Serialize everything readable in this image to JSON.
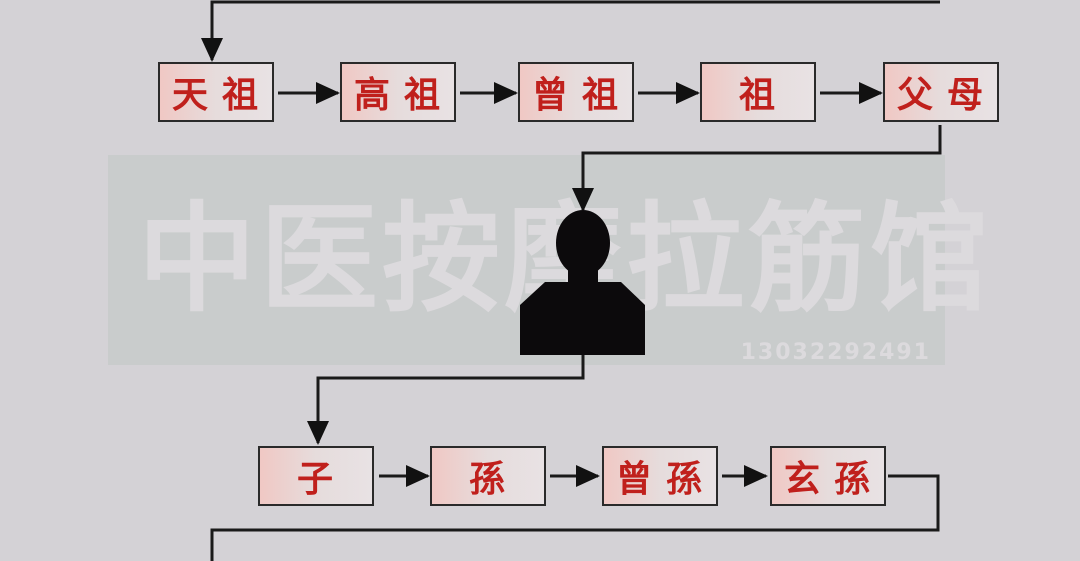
{
  "watermark": {
    "name": "中医按摩拉筋馆",
    "phone": "13032292491"
  },
  "ancestors": [
    "天祖",
    "高祖",
    "曾祖",
    "祖",
    "父母"
  ],
  "self": {
    "icon": "person-silhouette-icon"
  },
  "descendants": [
    "子",
    "孫",
    "曾孫",
    "玄孫"
  ],
  "colors": {
    "label": "#c0201c",
    "line": "#1a1a1a",
    "background": "#d4d2d6"
  }
}
